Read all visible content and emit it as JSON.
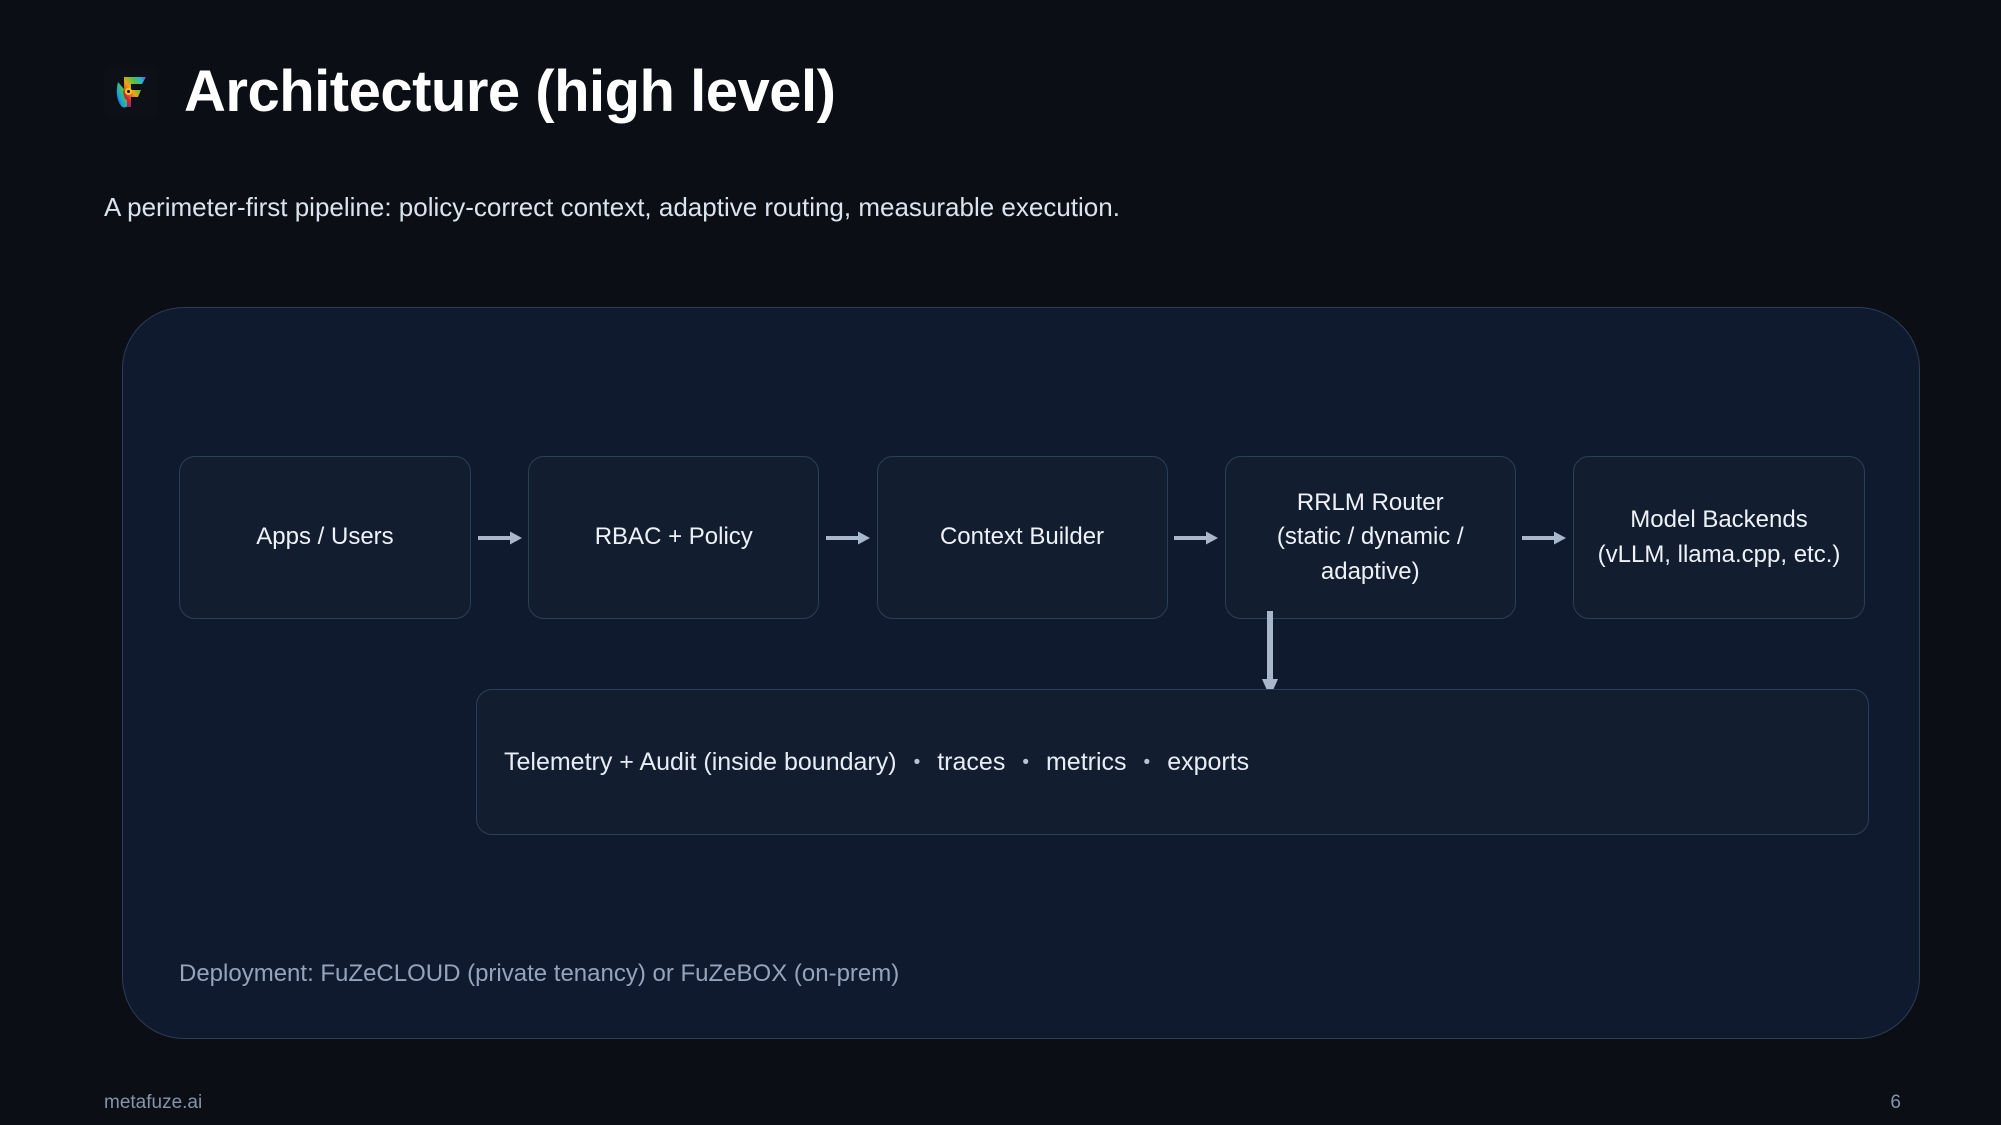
{
  "slide": {
    "title": "Architecture (high level)",
    "subtitle": "A perimeter-first pipeline: policy-correct context, adaptive routing, measurable execution.",
    "logo_icon": "fuze-f-logo-icon",
    "background_color": "#0b0e14",
    "panel_color": "#101a2e",
    "box_color": "#131d30",
    "border_color": "#2d3e58",
    "accent_arrow_color": "#a9b7cc"
  },
  "diagram": {
    "stages": [
      {
        "label": "Apps / Users"
      },
      {
        "label": "RBAC + Policy"
      },
      {
        "label": "Context Builder"
      },
      {
        "label": "RRLM Router\n(static / dynamic /\nadaptive)"
      },
      {
        "label": "Model Backends\n(vLLM, llama.cpp, etc.)"
      }
    ],
    "arrows": [
      {
        "from": "Apps / Users",
        "to": "RBAC + Policy",
        "direction": "right"
      },
      {
        "from": "RBAC + Policy",
        "to": "Context Builder",
        "direction": "right"
      },
      {
        "from": "Context Builder",
        "to": "RRLM Router",
        "direction": "right"
      },
      {
        "from": "RRLM Router",
        "to": "Model Backends",
        "direction": "right"
      },
      {
        "from": "RRLM Router",
        "to": "Telemetry + Audit",
        "direction": "down"
      }
    ],
    "telemetry": {
      "title": "Telemetry + Audit (inside boundary)",
      "separator": "•",
      "items": [
        "traces",
        "metrics",
        "exports"
      ]
    },
    "deployment_note": "Deployment: FuZeCLOUD (private tenancy) or FuZeBOX (on-prem)"
  },
  "footer": {
    "site": "metafuze.ai",
    "page_number": "6"
  }
}
